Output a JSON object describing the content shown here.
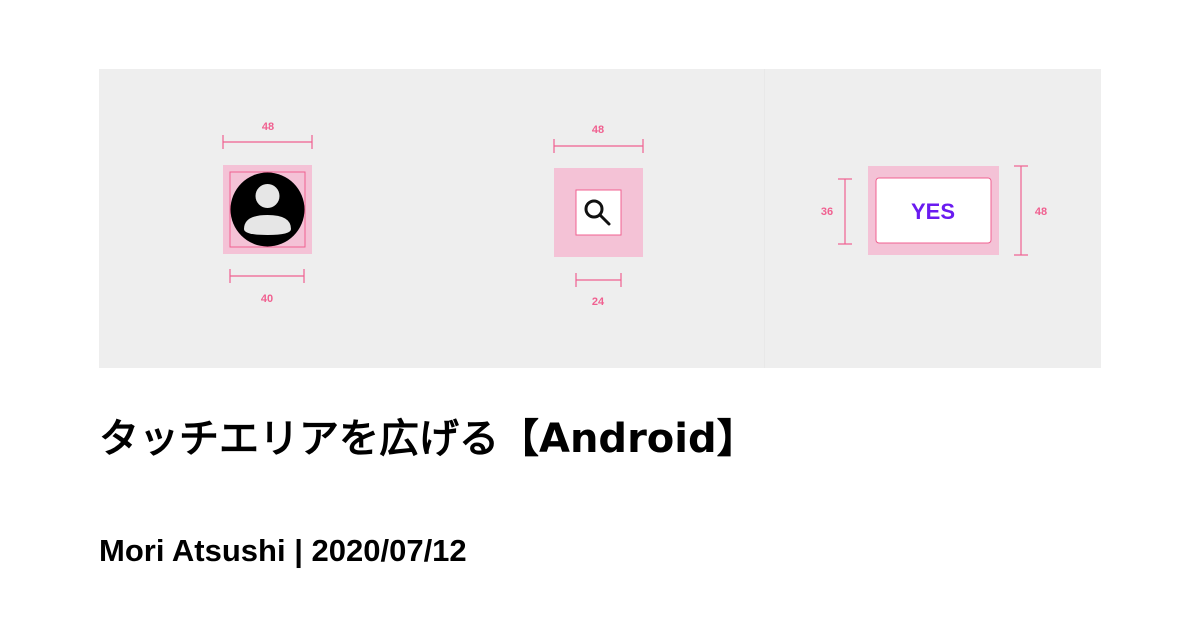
{
  "hero": {
    "colors": {
      "background": "#eeeeee",
      "touch_area": "#f4c2d6",
      "guide": "#f06090",
      "button_text": "#6a1bf0"
    },
    "examples": [
      {
        "icon": "account-circle-icon",
        "touch_width_label": "48",
        "icon_width_label": "40"
      },
      {
        "icon": "search-icon",
        "touch_width_label": "48",
        "icon_width_label": "24"
      },
      {
        "button_label": "YES",
        "button_height_label": "36",
        "touch_height_label": "48"
      }
    ]
  },
  "title": "タッチエリアを広げる【Android】",
  "byline": {
    "author": "Mori Atsushi",
    "separator": "|",
    "date": "2020/07/12"
  }
}
